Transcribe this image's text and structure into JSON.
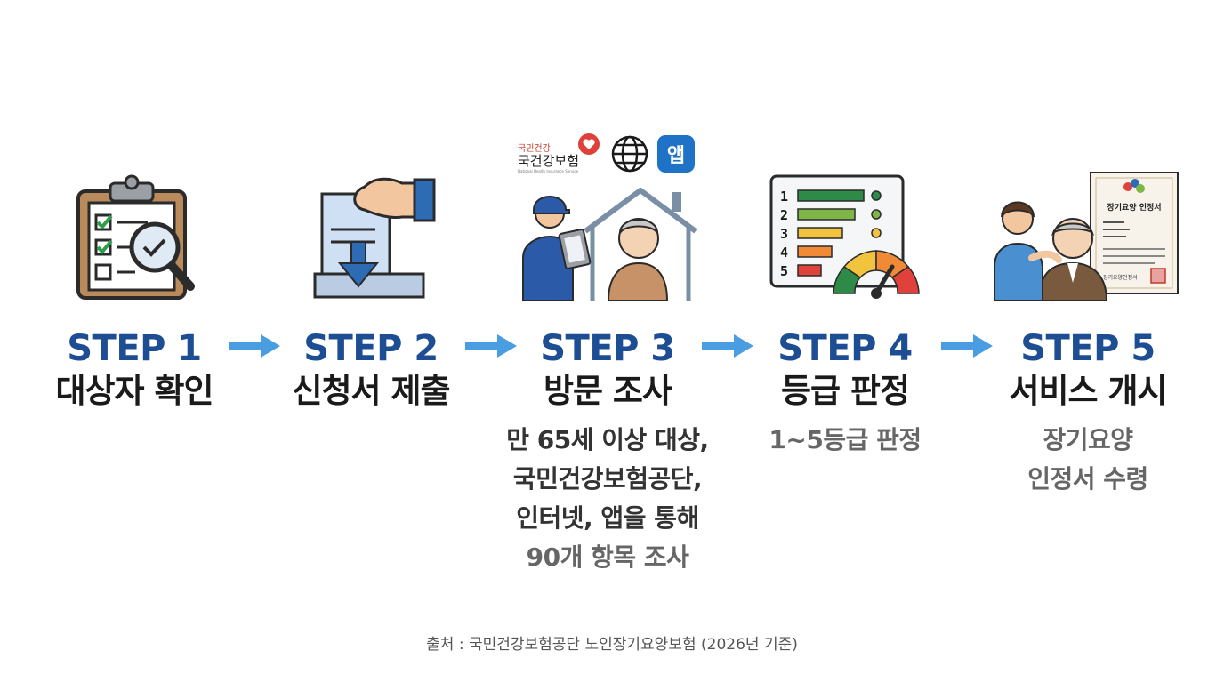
{
  "steps": [
    {
      "label": "STEP 1",
      "title": "대상자 확인",
      "desc": []
    },
    {
      "label": "STEP 2",
      "title": "신청서 제출",
      "desc": []
    },
    {
      "label": "STEP 3",
      "title": "방문 조사",
      "desc": [
        "만 65세 이상 대상,",
        "국민건강보험공단,",
        "인터넷, 앱을 통해",
        "90개 항목 조사"
      ],
      "logo_small": "국민건강",
      "logo_main": "국건강보험",
      "logo_sub": "National Health Insurance Service",
      "app_badge": "앱"
    },
    {
      "label": "STEP 4",
      "title": "등급 판정",
      "desc": [
        "1~5등급 판정"
      ],
      "grades": [
        "1",
        "2",
        "3",
        "4",
        "5"
      ]
    },
    {
      "label": "STEP 5",
      "title": "서비스 개시",
      "desc": [
        "장기요양",
        "인정서 수령"
      ],
      "cert_title": "장기요양 인정서",
      "cert_footer": "장기요양인정서"
    }
  ],
  "source": "출처 : 국민건강보험공단 노인장기요양보험 (2026년 기준)",
  "icons": [
    "clipboard-checklist-icon",
    "document-submit-icon",
    "home-visit-icon",
    "grade-gauge-icon",
    "certificate-care-icon",
    "arrow-right-icon",
    "globe-icon",
    "app-icon",
    "heart-icon"
  ],
  "colors": {
    "step_label": "#1d4e93",
    "arrow": "#4a9de0",
    "title": "#1a1a1a",
    "desc": "#333333",
    "desc_light": "#666666"
  }
}
